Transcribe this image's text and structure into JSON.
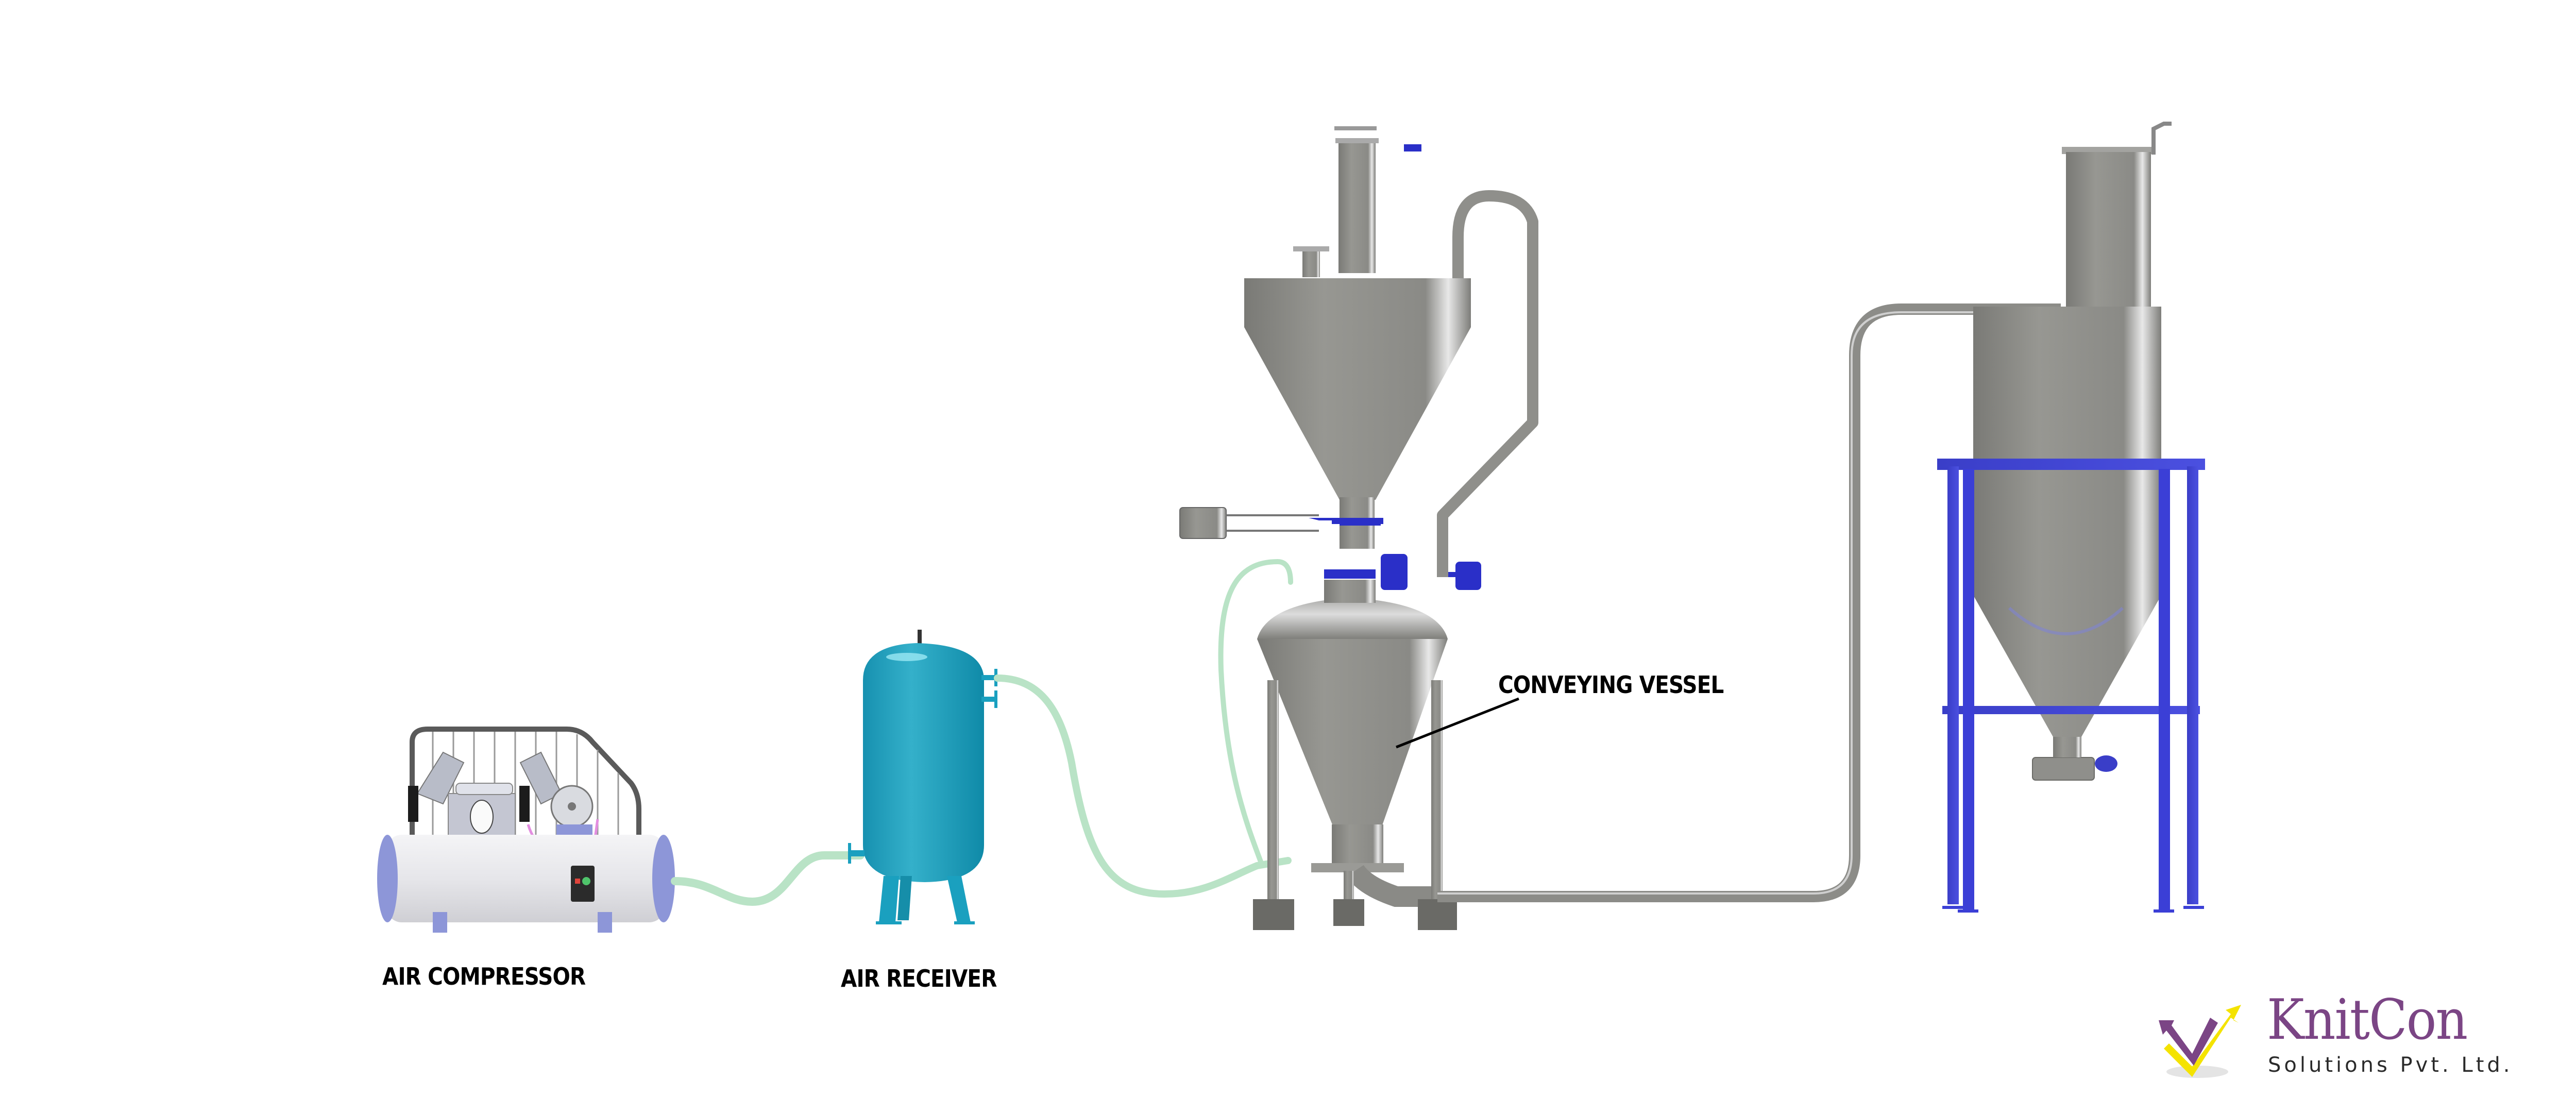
{
  "diagram": {
    "title": "Pneumatic Conveying System",
    "components": [
      {
        "id": "air-compressor",
        "label": "AIR COMPRESSOR"
      },
      {
        "id": "air-receiver",
        "label": "AIR RECEIVER"
      },
      {
        "id": "conveying-vessel",
        "label": "CONVEYING VESSEL"
      },
      {
        "id": "receiving-silo",
        "label": ""
      }
    ],
    "connections": [
      {
        "from": "air-compressor",
        "to": "air-receiver",
        "type": "air hose"
      },
      {
        "from": "air-receiver",
        "to": "conveying-vessel",
        "type": "air hose"
      },
      {
        "from": "conveying-vessel",
        "to": "receiving-silo",
        "type": "conveying pipeline"
      }
    ],
    "colors": {
      "steel": "#8c8c88",
      "steel_dark": "#6e6e6a",
      "receiver_teal": "#1fa6c4",
      "frame_blue": "#3b3fd6",
      "valve_blue": "#2a2fc8",
      "hose_green": "#b9e3c6",
      "compressor_tank": "#e8e8ea",
      "compressor_end": "#8d96d8"
    }
  },
  "logo": {
    "brand": "KnitCon",
    "subtitle": "Solutions Pvt. Ltd.",
    "colors": {
      "purple": "#7b4585",
      "yellow": "#f4e300",
      "text": "#2a2a2a"
    }
  }
}
